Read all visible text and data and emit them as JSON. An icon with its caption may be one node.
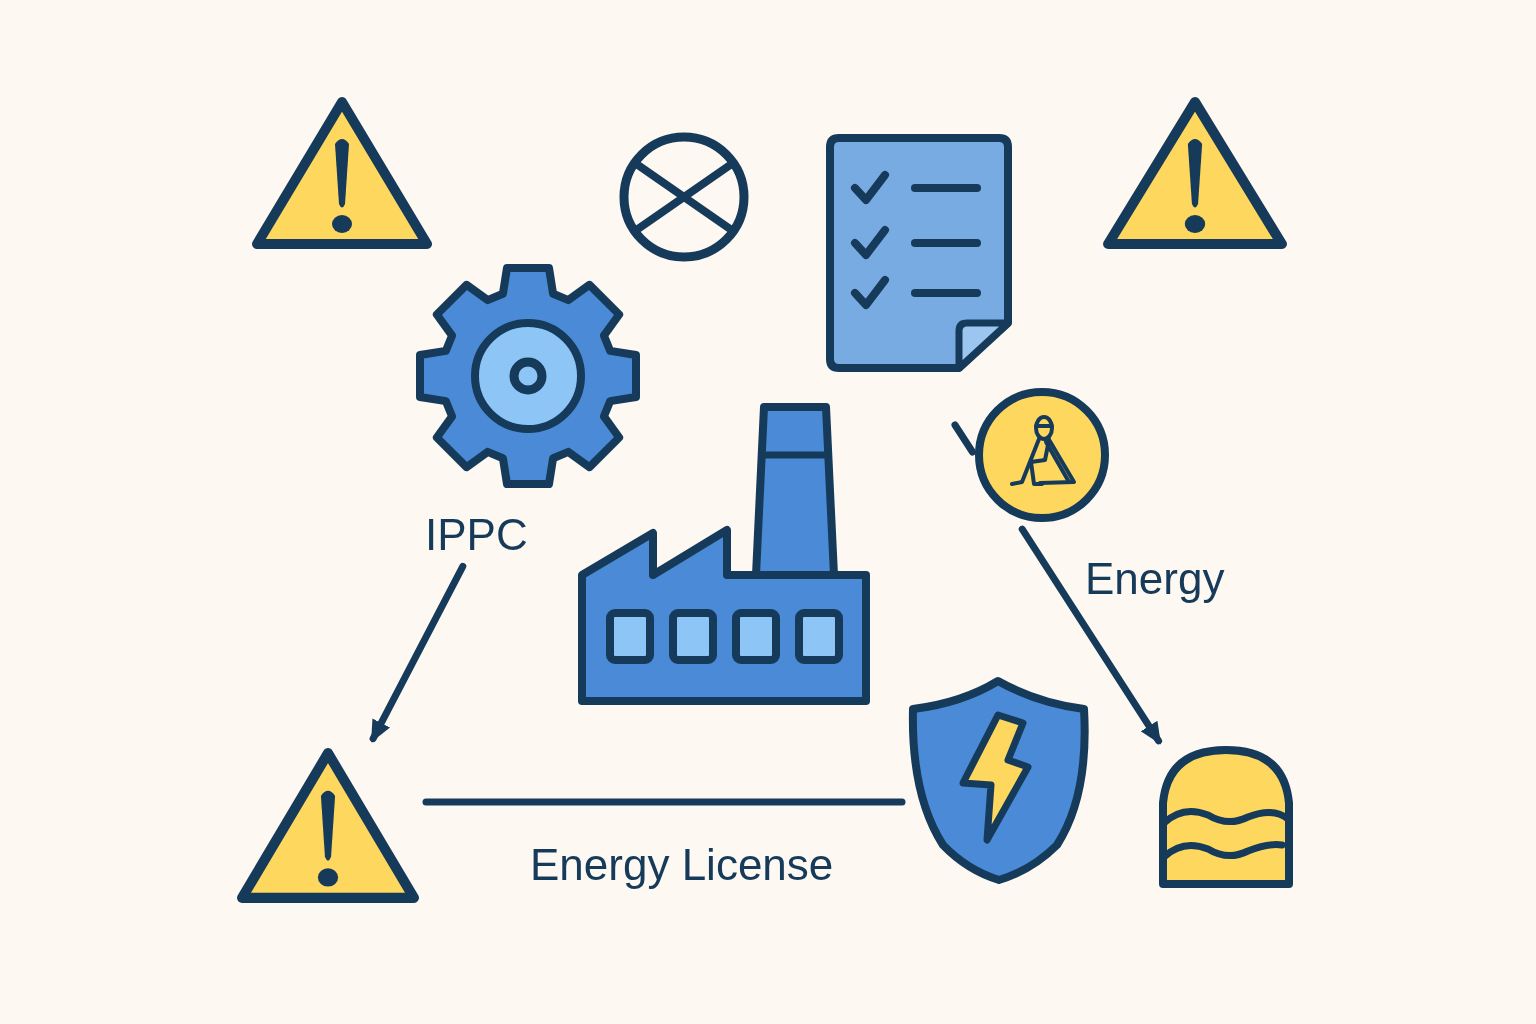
{
  "diagram": {
    "nodes": [
      {
        "text": [],
        "shape": "picture"
      },
      {
        "text": [],
        "shape": "picture"
      },
      {
        "text": [],
        "shape": "picture"
      },
      {
        "text": [],
        "shape": "picture"
      },
      {
        "text": [
          "IPPC"
        ]
      },
      {
        "text": [],
        "shape": "picture"
      },
      {
        "text": [],
        "shape": "picture"
      },
      {
        "text": [],
        "shape": "picture"
      },
      {
        "text": [],
        "shape": "picture"
      },
      {
        "text": [],
        "shape": "picture"
      }
    ],
    "edges": [
      {
        "from": 4,
        "to": 7,
        "arrow": "to"
      },
      {
        "from": 7,
        "to": 8,
        "arrow": "none",
        "label": "Energy License"
      },
      {
        "from": 6,
        "to": 9,
        "arrow": "to",
        "label": "Energy"
      },
      {
        "from": null,
        "to": 6,
        "arrow": "none"
      }
    ]
  }
}
